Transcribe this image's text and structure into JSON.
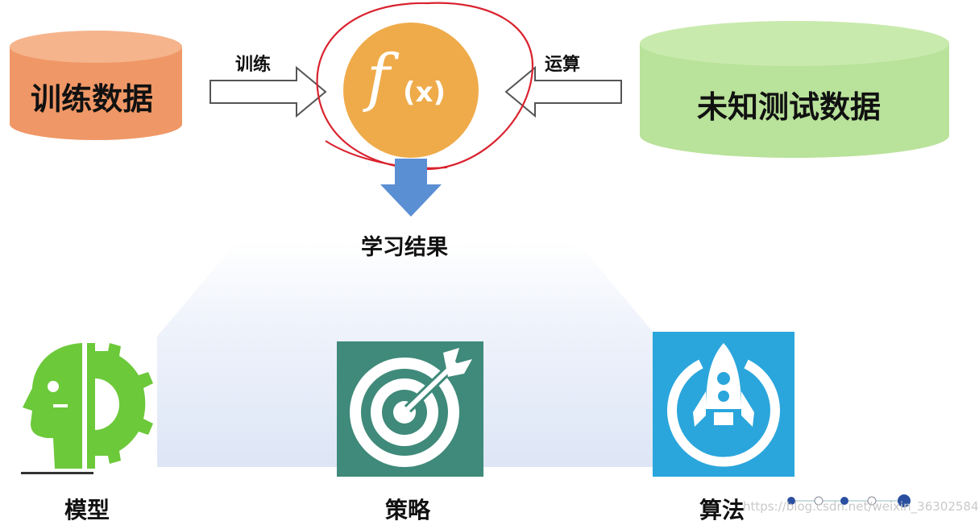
{
  "train_data_label": "训练数据",
  "test_data_label": "未知测试数据",
  "train_arrow_label": "训练",
  "compute_arrow_label": "运算",
  "function_symbol": {
    "f": "f",
    "x": "(x)"
  },
  "result_label": "学习结果",
  "items": [
    {
      "label": "模型",
      "icon": "head-gear-icon"
    },
    {
      "label": "策略",
      "icon": "target-icon"
    },
    {
      "label": "算法",
      "icon": "rocket-icon"
    }
  ],
  "watermark": "https://blog.csdn.net/weixin_36302584",
  "colors": {
    "train_cylinder": "#ef9766",
    "test_cylinder": "#b9e29a",
    "function_circle": "#efab4a",
    "highlight_circle": "#d9232f",
    "down_arrow": "#5b8fd4",
    "model_icon": "#6cc93a",
    "strategy_icon": "#3f8a7a",
    "algorithm_icon": "#2aa6dc"
  }
}
